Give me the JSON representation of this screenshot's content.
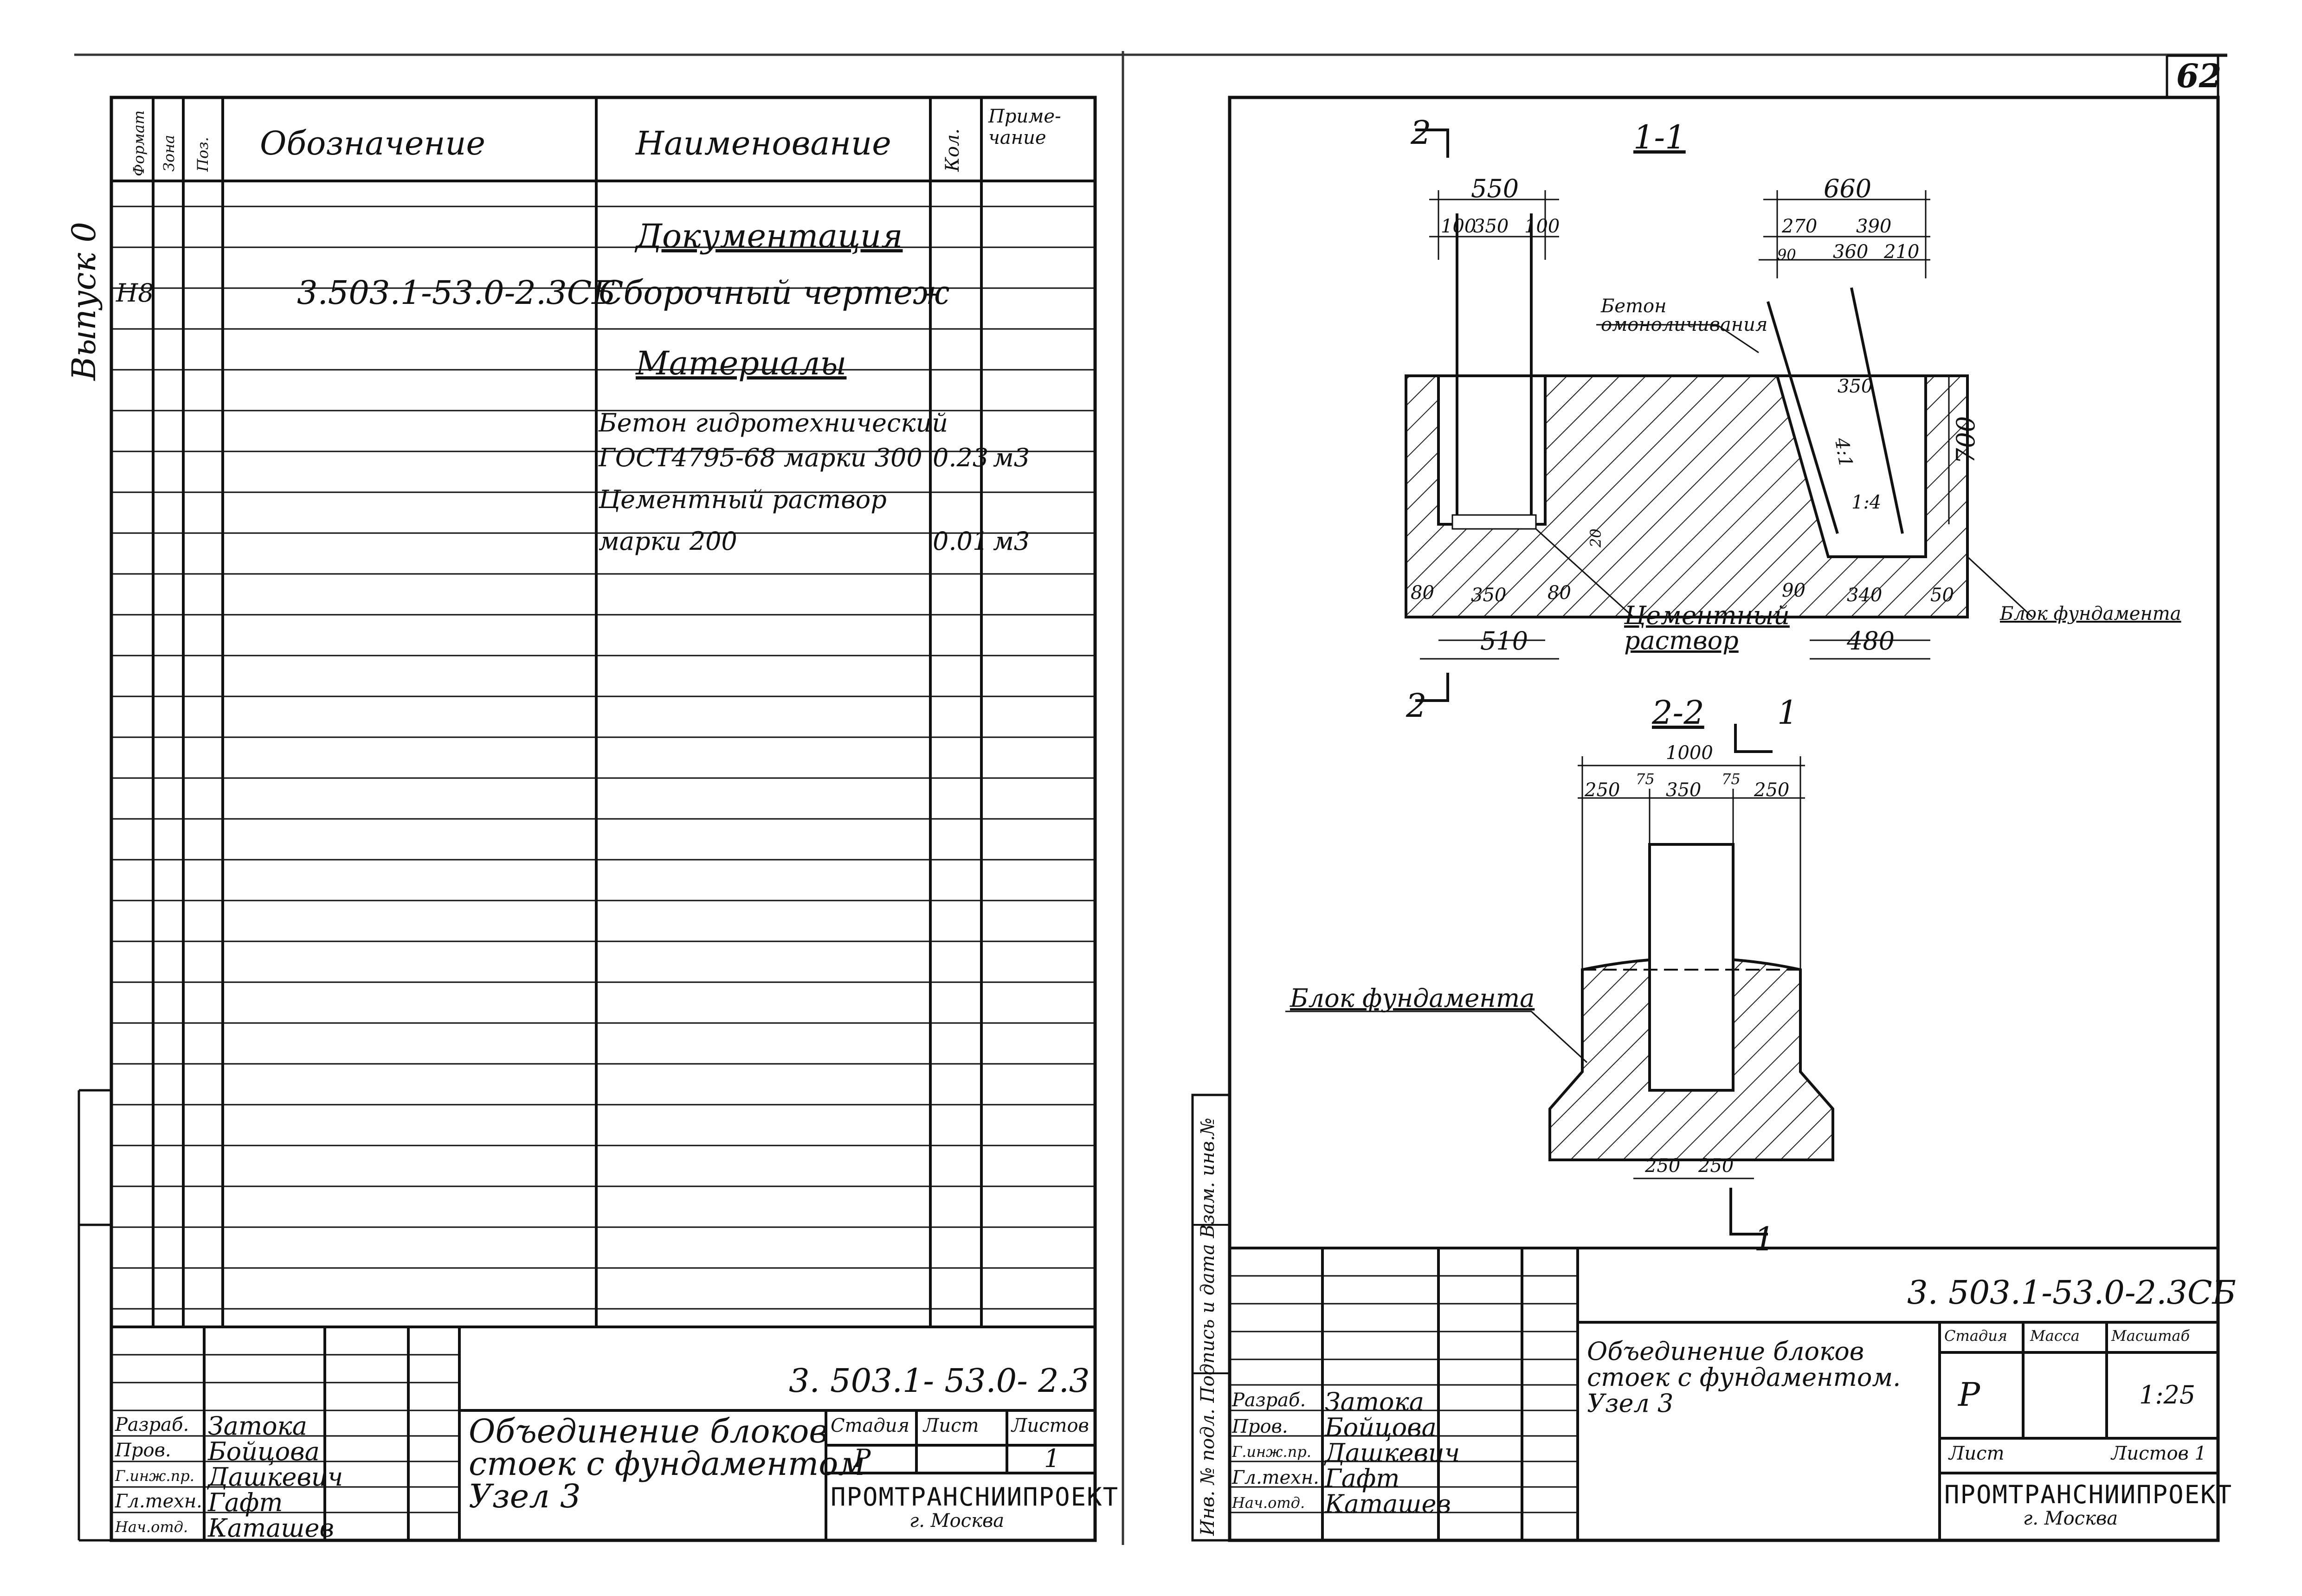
{
  "page_number": "62",
  "left_sheet": {
    "side_label": "Выпуск 0",
    "headers": {
      "format": "Формат",
      "zone": "Зона",
      "pos": "Поз.",
      "designation": "Обозначение",
      "name": "Наименование",
      "qty": "Кол.",
      "note": "Приме-\nчание"
    },
    "rows": [
      {
        "format": "",
        "designation": "",
        "name": "Документация",
        "qty": "",
        "note": "",
        "heading": true
      },
      {
        "format": "Н8",
        "designation": "3.503.1-53.0-2.3СБ",
        "name": "Сборочный чертеж",
        "qty": "",
        "note": ""
      },
      {
        "format": "",
        "designation": "",
        "name": "Материалы",
        "qty": "",
        "note": "",
        "heading": true
      },
      {
        "format": "",
        "designation": "",
        "name": "Бетон гидротехнический",
        "qty": "",
        "note": ""
      },
      {
        "format": "",
        "designation": "",
        "name": "ГОСТ4795-68 марки 300",
        "qty": "0.23",
        "note": "м3"
      },
      {
        "format": "",
        "designation": "",
        "name": "Цементный раствор",
        "qty": "",
        "note": ""
      },
      {
        "format": "",
        "designation": "",
        "name": "марки 200",
        "qty": "0.01",
        "note": "м3"
      }
    ],
    "title_block": {
      "code": "3. 503.1- 53.0- 2.3",
      "title": "Объединение блоков\nстоек с фундаментом\nУзел 3",
      "stage_label": "Стадия",
      "sheet_label": "Лист",
      "sheets_label": "Листов",
      "stage": "Р",
      "sheets": "1",
      "org": "ПРОМТРАНСНИИПРОЕКТ",
      "city": "г. Москва",
      "people": [
        {
          "role": "Разраб.",
          "name": "Затока"
        },
        {
          "role": "Пров.",
          "name": "Бойцова"
        },
        {
          "role": "Г.инж.пр.",
          "name": "Дашкевич"
        },
        {
          "role": "Гл.техн.",
          "name": "Гафт"
        },
        {
          "role": "Нач.отд.",
          "name": "Каташев"
        }
      ]
    }
  },
  "right_sheet": {
    "side_stamp": "Инв. № подл.  Подпись и дата  Взам. инв.№",
    "section_1_1": {
      "title": "1-1",
      "cut_label": "2",
      "dims_top": [
        "550",
        "100",
        "350",
        "100",
        "660",
        "270",
        "390",
        "90",
        "360",
        "210"
      ],
      "dims_bottom": [
        "80",
        "350",
        "80",
        "510",
        "90",
        "340",
        "50",
        "480"
      ],
      "dim_side": [
        "700",
        "20",
        "350",
        "4:1",
        "1:4"
      ],
      "label_concrete": "Бетон\nомоноличивания",
      "label_mortar": "Цементный\nраствор",
      "label_block": "Блок фундамента"
    },
    "section_2_2": {
      "title": "2-2",
      "cut_label": "1",
      "dims_top": [
        "1000",
        "250",
        "75",
        "350",
        "75",
        "250"
      ],
      "dims_bottom": [
        "250",
        "250"
      ],
      "label_block": "Блок фундамента"
    },
    "title_block": {
      "code": "3. 503.1-53.0-2.3СБ",
      "title": "Объединение блоков\nстоек с фундаментом.\nУзел 3",
      "stage_label": "Стадия",
      "mass_label": "Масса",
      "scale_label": "Масштаб",
      "stage": "Р",
      "scale": "1:25",
      "sheet_label": "Лист",
      "sheets_label": "Листов 1",
      "org": "ПРОМТРАНСНИИПРОЕКТ",
      "city": "г. Москва",
      "people": [
        {
          "role": "Разраб.",
          "name": "Затока"
        },
        {
          "role": "Пров.",
          "name": "Бойцова"
        },
        {
          "role": "Г.инж.пр.",
          "name": "Дашкевич"
        },
        {
          "role": "Гл.техн.",
          "name": "Гафт"
        },
        {
          "role": "Нач.отд.",
          "name": "Каташев"
        }
      ]
    }
  }
}
